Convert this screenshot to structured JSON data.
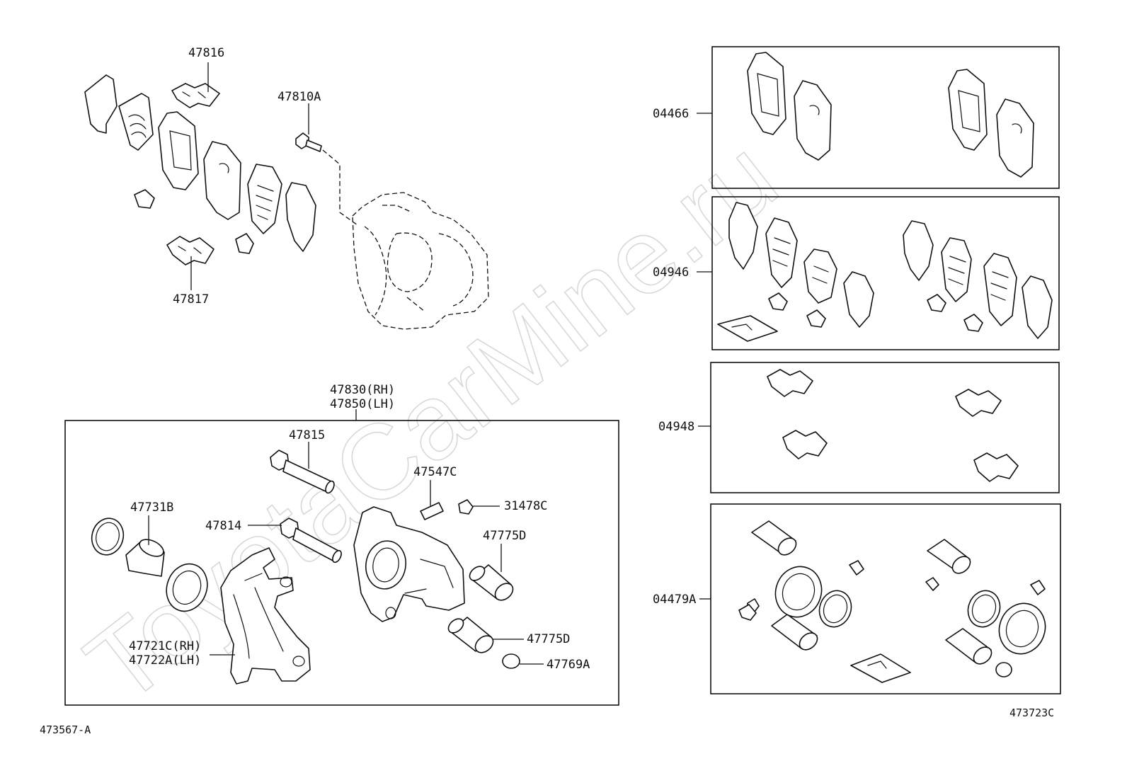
{
  "watermark": "ToyotaCarMine.ru",
  "labels": {
    "p47816": "47816",
    "p47810a": "47810A",
    "p47817": "47817",
    "p47830": "47830(RH)",
    "p47850": "47850(LH)",
    "p47815": "47815",
    "p47547c": "47547C",
    "p31478c": "31478C",
    "p47731b": "47731B",
    "p47814": "47814",
    "p47775d_top": "47775D",
    "p47775d_bottom": "47775D",
    "p47769a": "47769A",
    "p47721c": "47721C(RH)",
    "p47722a": "47722A(LH)",
    "p04466": "04466",
    "p04946": "04946",
    "p04948": "04948",
    "p04479a": "04479A"
  },
  "footer": {
    "left_code": "473567-A",
    "right_code": "473723C"
  }
}
